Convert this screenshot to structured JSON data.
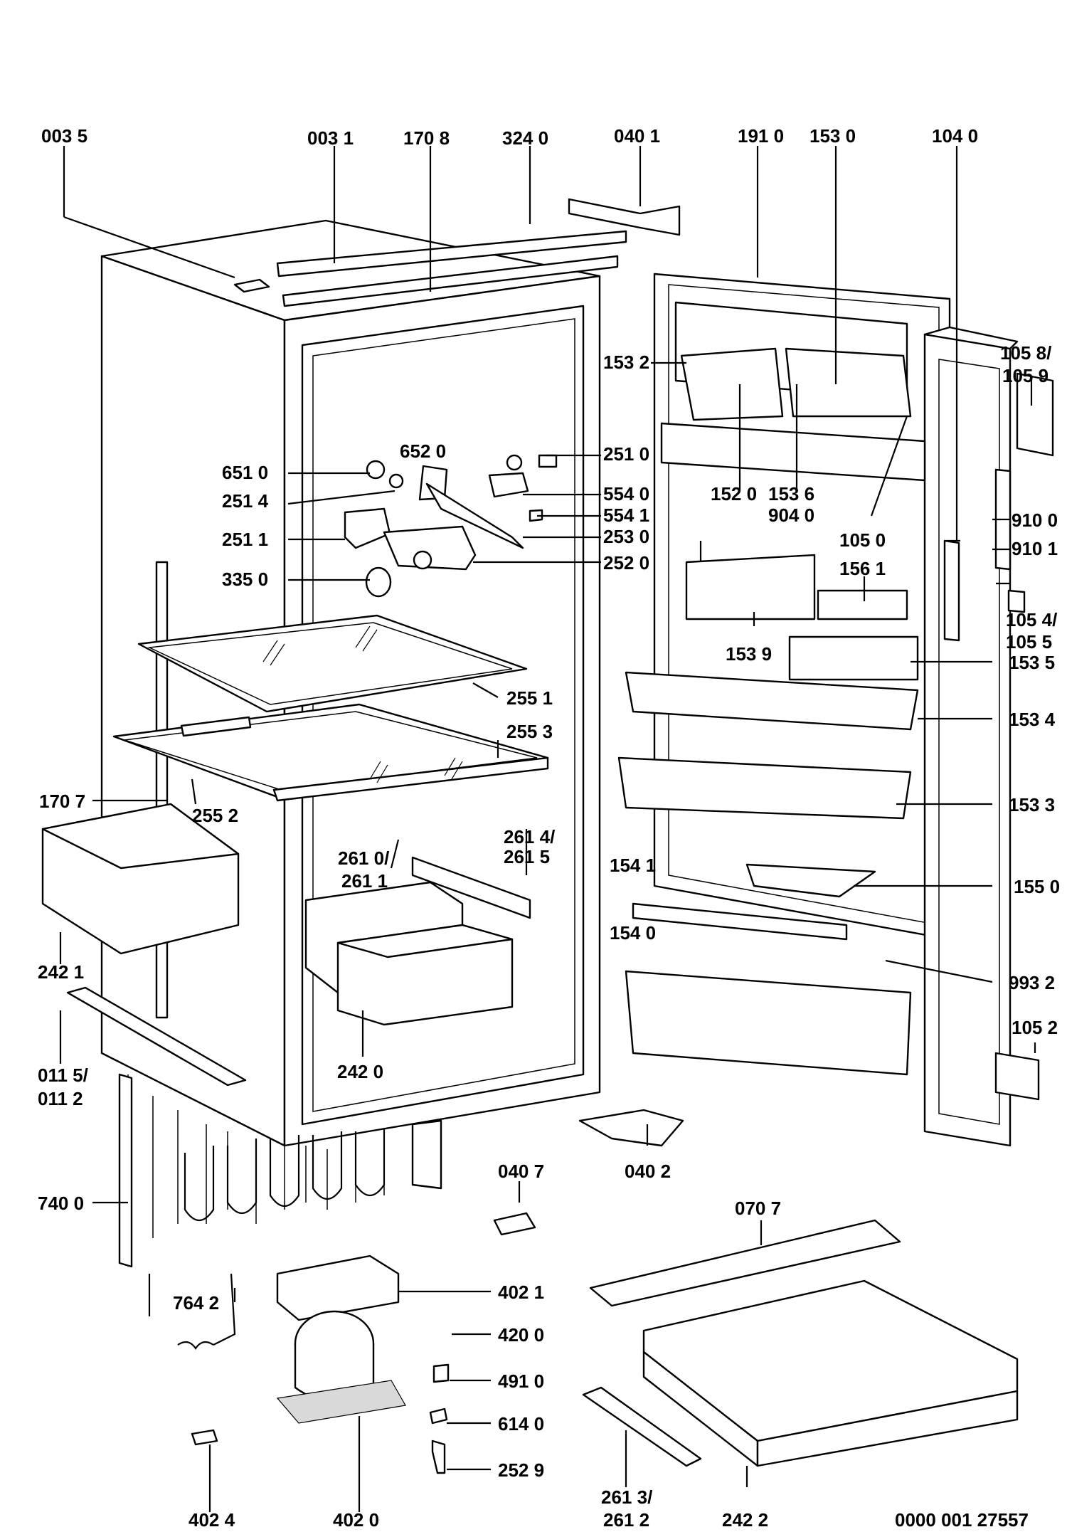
{
  "labels": {
    "p0035": "003 5",
    "p0031": "003 1",
    "p1708": "170 8",
    "p3240": "324 0",
    "p0401": "040 1",
    "p1910": "191 0",
    "p1530": "153 0",
    "p1040": "104 0",
    "p1058": "105 8/",
    "p1059": "105 9",
    "p1532": "153 2",
    "p2510": "251 0",
    "p6510": "651 0",
    "p6520": "652 0",
    "p2514": "251 4",
    "p5540": "554 0",
    "p1520": "152 0",
    "p1536": "153 6",
    "p5541": "554 1",
    "p9040": "904 0",
    "p9100": "910 0",
    "p2511": "251 1",
    "p2530": "253 0",
    "p1050": "105 0",
    "p9101": "910 1",
    "p2520": "252 0",
    "p1561": "156 1",
    "p3350": "335 0",
    "p1054": "105 4/",
    "p1055": "105 5",
    "p1539": "153 9",
    "p1535": "153 5",
    "p2551": "255 1",
    "p1534": "153 4",
    "p2553": "255 3",
    "p1707": "170 7",
    "p2552": "255 2",
    "p1533": "153 3",
    "p2614": "261 4/",
    "p2615": "261 5",
    "p2610": "261 0/",
    "p2611": "261 1",
    "p1541": "154 1",
    "p1550": "155 0",
    "p1540": "154 0",
    "p2421": "242 1",
    "p9932": "993 2",
    "p0115": "011 5/",
    "p0112": "011 2",
    "p2420": "242 0",
    "p1052": "105 2",
    "p0407": "040 7",
    "p0402": "040 2",
    "p7400": "740 0",
    "p0707": "070 7",
    "p4021": "402 1",
    "p7642": "764 2",
    "p4200": "420 0",
    "p4910": "491 0",
    "p6140": "614 0",
    "p2529": "252 9",
    "p2613": "261 3/",
    "p2612": "261 2",
    "p4024": "402 4",
    "p4020": "402 0",
    "p2422": "242 2",
    "docnum": "0000 001 27557"
  }
}
